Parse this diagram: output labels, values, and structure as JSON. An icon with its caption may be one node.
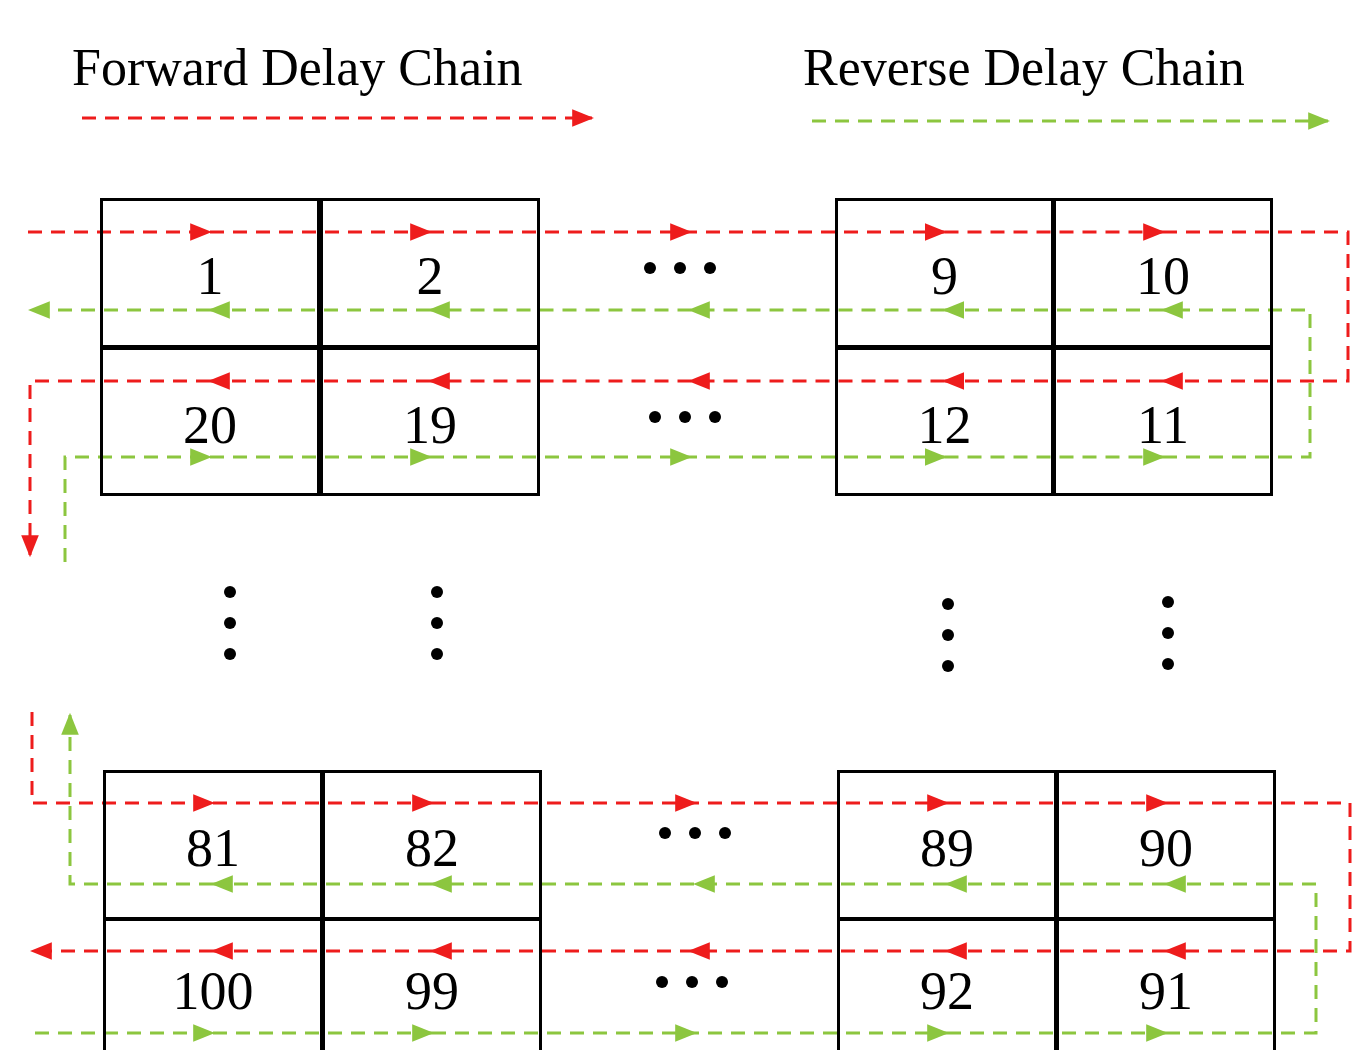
{
  "diagram": {
    "nodes": [
      {
        "text": [
          "1"
        ]
      },
      {
        "text": [
          "2"
        ]
      },
      {
        "text": [
          "9"
        ]
      },
      {
        "text": [
          "10"
        ]
      },
      {
        "text": [
          "20"
        ]
      },
      {
        "text": [
          "19"
        ]
      },
      {
        "text": [
          "12"
        ]
      },
      {
        "text": [
          "11"
        ]
      },
      {
        "text": [
          "81"
        ]
      },
      {
        "text": [
          "82"
        ]
      },
      {
        "text": [
          "89"
        ]
      },
      {
        "text": [
          "90"
        ]
      },
      {
        "text": [
          "100"
        ]
      },
      {
        "text": [
          "99"
        ]
      },
      {
        "text": [
          "92"
        ]
      },
      {
        "text": [
          "91"
        ]
      }
    ],
    "edges": [
      {
        "from": null,
        "to": 0,
        "arrow": "to",
        "style": "dashed",
        "color": "#ee1c1c"
      },
      {
        "from": 0,
        "to": 1,
        "arrow": "to",
        "style": "dashed",
        "color": "#ee1c1c"
      },
      {
        "from": 1,
        "to": 2,
        "arrow": "to",
        "style": "dashed",
        "color": "#ee1c1c"
      },
      {
        "from": 2,
        "to": 3,
        "arrow": "to",
        "style": "dashed",
        "color": "#ee1c1c"
      },
      {
        "from": 3,
        "to": 7,
        "arrow": "to",
        "style": "dashed",
        "color": "#ee1c1c"
      },
      {
        "from": 7,
        "to": 6,
        "arrow": "to",
        "style": "dashed",
        "color": "#ee1c1c"
      },
      {
        "from": 6,
        "to": 5,
        "arrow": "to",
        "style": "dashed",
        "color": "#ee1c1c"
      },
      {
        "from": 5,
        "to": 4,
        "arrow": "to",
        "style": "dashed",
        "color": "#ee1c1c"
      },
      {
        "from": 4,
        "to": null,
        "arrow": "to",
        "style": "dashed",
        "color": "#ee1c1c"
      },
      {
        "from": null,
        "to": 8,
        "arrow": "to",
        "style": "dashed",
        "color": "#ee1c1c"
      },
      {
        "from": 8,
        "to": 9,
        "arrow": "to",
        "style": "dashed",
        "color": "#ee1c1c"
      },
      {
        "from": 9,
        "to": 10,
        "arrow": "to",
        "style": "dashed",
        "color": "#ee1c1c"
      },
      {
        "from": 10,
        "to": 11,
        "arrow": "to",
        "style": "dashed",
        "color": "#ee1c1c"
      },
      {
        "from": 11,
        "to": 15,
        "arrow": "to",
        "style": "dashed",
        "color": "#ee1c1c"
      },
      {
        "from": 15,
        "to": 14,
        "arrow": "to",
        "style": "dashed",
        "color": "#ee1c1c"
      },
      {
        "from": 14,
        "to": 13,
        "arrow": "to",
        "style": "dashed",
        "color": "#ee1c1c"
      },
      {
        "from": 13,
        "to": 12,
        "arrow": "to",
        "style": "dashed",
        "color": "#ee1c1c"
      },
      {
        "from": 12,
        "to": null,
        "arrow": "to",
        "style": "dashed",
        "color": "#ee1c1c"
      },
      {
        "from": null,
        "to": 12,
        "arrow": "to",
        "style": "dashed",
        "color": "#8cc63f"
      },
      {
        "from": 12,
        "to": 13,
        "arrow": "to",
        "style": "dashed",
        "color": "#8cc63f"
      },
      {
        "from": 13,
        "to": 14,
        "arrow": "to",
        "style": "dashed",
        "color": "#8cc63f"
      },
      {
        "from": 14,
        "to": 15,
        "arrow": "to",
        "style": "dashed",
        "color": "#8cc63f"
      },
      {
        "from": 15,
        "to": 11,
        "arrow": "to",
        "style": "dashed",
        "color": "#8cc63f"
      },
      {
        "from": 11,
        "to": 10,
        "arrow": "to",
        "style": "dashed",
        "color": "#8cc63f"
      },
      {
        "from": 10,
        "to": 9,
        "arrow": "to",
        "style": "dashed",
        "color": "#8cc63f"
      },
      {
        "from": 9,
        "to": 8,
        "arrow": "to",
        "style": "dashed",
        "color": "#8cc63f"
      },
      {
        "from": 8,
        "to": null,
        "arrow": "to",
        "style": "dashed",
        "color": "#8cc63f"
      },
      {
        "from": null,
        "to": 4,
        "arrow": "to",
        "style": "dashed",
        "color": "#8cc63f"
      },
      {
        "from": 4,
        "to": 5,
        "arrow": "to",
        "style": "dashed",
        "color": "#8cc63f"
      },
      {
        "from": 5,
        "to": 6,
        "arrow": "to",
        "style": "dashed",
        "color": "#8cc63f"
      },
      {
        "from": 6,
        "to": 7,
        "arrow": "to",
        "style": "dashed",
        "color": "#8cc63f"
      },
      {
        "from": 7,
        "to": 3,
        "arrow": "to",
        "style": "dashed",
        "color": "#8cc63f"
      },
      {
        "from": 3,
        "to": 2,
        "arrow": "to",
        "style": "dashed",
        "color": "#8cc63f"
      },
      {
        "from": 2,
        "to": 1,
        "arrow": "to",
        "style": "dashed",
        "color": "#8cc63f"
      },
      {
        "from": 1,
        "to": 0,
        "arrow": "to",
        "style": "dashed",
        "color": "#8cc63f"
      },
      {
        "from": 0,
        "to": null,
        "arrow": "to",
        "style": "dashed",
        "color": "#8cc63f"
      }
    ],
    "legend": [
      {
        "text": "Forward Delay Chain"
      },
      {
        "text": "Reverse Delay Chain"
      }
    ]
  }
}
